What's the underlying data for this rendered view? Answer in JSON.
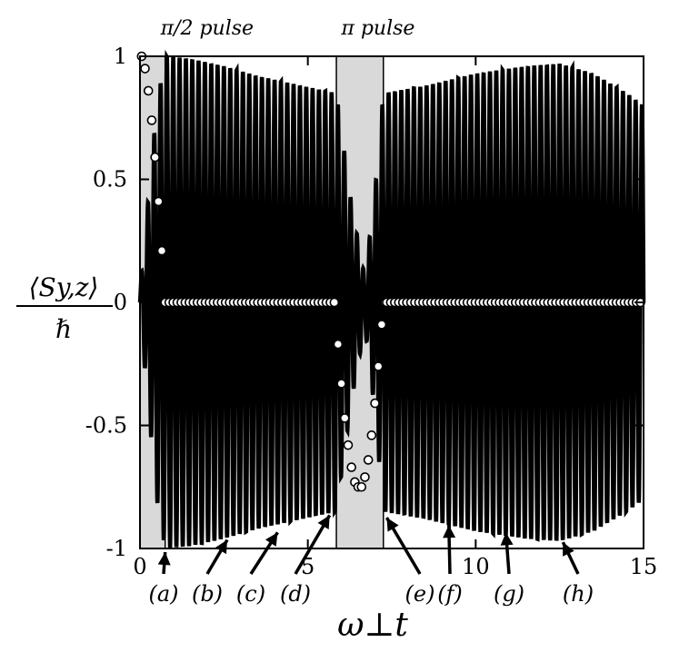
{
  "chart_data": {
    "type": "line",
    "title": "",
    "xlabel": "ω⊥t",
    "ylabel_top": "⟨Sy,z⟩",
    "ylabel_bottom": "ℏ",
    "xlim": [
      0,
      15
    ],
    "ylim": [
      -1,
      1
    ],
    "x_ticks": [
      {
        "value": 0,
        "label": "0"
      },
      {
        "value": 5,
        "label": "5"
      },
      {
        "value": 10,
        "label": "10"
      },
      {
        "value": 15,
        "label": "15"
      }
    ],
    "y_ticks": [
      {
        "value": 1,
        "label": "1"
      },
      {
        "value": 0.5,
        "label": "0.5"
      },
      {
        "value": 0,
        "label": "0"
      },
      {
        "value": -0.5,
        "label": "-0.5"
      },
      {
        "value": -1,
        "label": "-1"
      }
    ],
    "grid": false,
    "legend": "none",
    "shaded_regions": [
      {
        "label": "π/2 pulse",
        "x_start": 0,
        "x_end": 0.75
      },
      {
        "label": "π pulse",
        "x_start": 5.85,
        "x_end": 7.25
      }
    ],
    "series": [
      {
        "style": "solid black oscillating line",
        "color": "#000000",
        "envelope_points": [
          {
            "x": 0.0,
            "amp": 0.05
          },
          {
            "x": 0.2,
            "amp": 0.35
          },
          {
            "x": 0.5,
            "amp": 0.8
          },
          {
            "x": 0.75,
            "amp": 1.0
          },
          {
            "x": 1.5,
            "amp": 0.99
          },
          {
            "x": 2.5,
            "amp": 0.96
          },
          {
            "x": 3.5,
            "amp": 0.92
          },
          {
            "x": 4.5,
            "amp": 0.89
          },
          {
            "x": 5.5,
            "amp": 0.86
          },
          {
            "x": 5.85,
            "amp": 0.85
          },
          {
            "x": 6.3,
            "amp": 0.4
          },
          {
            "x": 6.7,
            "amp": 0.1
          },
          {
            "x": 7.0,
            "amp": 0.45
          },
          {
            "x": 7.25,
            "amp": 0.85
          },
          {
            "x": 8.5,
            "amp": 0.88
          },
          {
            "x": 10.0,
            "amp": 0.93
          },
          {
            "x": 11.5,
            "amp": 0.96
          },
          {
            "x": 12.5,
            "amp": 0.97
          },
          {
            "x": 13.5,
            "amp": 0.93
          },
          {
            "x": 14.5,
            "amp": 0.85
          },
          {
            "x": 15.0,
            "amp": 0.8
          }
        ],
        "oscillation_frequency": 5.3
      },
      {
        "style": "open circles",
        "color": "#000000",
        "points": [
          {
            "x": 0.05,
            "y": 1.0
          },
          {
            "x": 0.15,
            "y": 0.95
          },
          {
            "x": 0.25,
            "y": 0.86
          },
          {
            "x": 0.35,
            "y": 0.74
          },
          {
            "x": 0.45,
            "y": 0.59
          },
          {
            "x": 0.55,
            "y": 0.41
          },
          {
            "x": 0.65,
            "y": 0.21
          },
          {
            "x": 0.75,
            "y": 0.0
          },
          {
            "x": 5.9,
            "y": -0.17
          },
          {
            "x": 6.0,
            "y": -0.33
          },
          {
            "x": 6.1,
            "y": -0.47
          },
          {
            "x": 6.2,
            "y": -0.58
          },
          {
            "x": 6.3,
            "y": -0.67
          },
          {
            "x": 6.4,
            "y": -0.73
          },
          {
            "x": 6.5,
            "y": -0.75
          },
          {
            "x": 6.6,
            "y": -0.75
          },
          {
            "x": 6.7,
            "y": -0.71
          },
          {
            "x": 6.8,
            "y": -0.64
          },
          {
            "x": 6.9,
            "y": -0.54
          },
          {
            "x": 7.0,
            "y": -0.41
          },
          {
            "x": 7.1,
            "y": -0.26
          },
          {
            "x": 7.2,
            "y": -0.09
          },
          {
            "x": 7.3,
            "y": 0.0
          }
        ],
        "flat_segments": [
          {
            "x_start": 0.75,
            "x_end": 5.85,
            "y": 0.0,
            "step": 0.12
          },
          {
            "x_start": 7.35,
            "x_end": 15.0,
            "y": 0.0,
            "step": 0.12
          }
        ]
      }
    ],
    "annotations": [
      {
        "label": "(a)",
        "x": 0.75,
        "y": -1.0
      },
      {
        "label": "(b)",
        "x": 2.6,
        "y": -0.95
      },
      {
        "label": "(c)",
        "x": 4.1,
        "y": -0.92
      },
      {
        "label": "(d)",
        "x": 5.65,
        "y": -0.85
      },
      {
        "label": "(e)",
        "x": 7.35,
        "y": -0.86
      },
      {
        "label": "(f)",
        "x": 9.2,
        "y": -0.89
      },
      {
        "label": "(g)",
        "x": 10.9,
        "y": -0.92
      },
      {
        "label": "(h)",
        "x": 12.6,
        "y": -0.96
      }
    ]
  }
}
